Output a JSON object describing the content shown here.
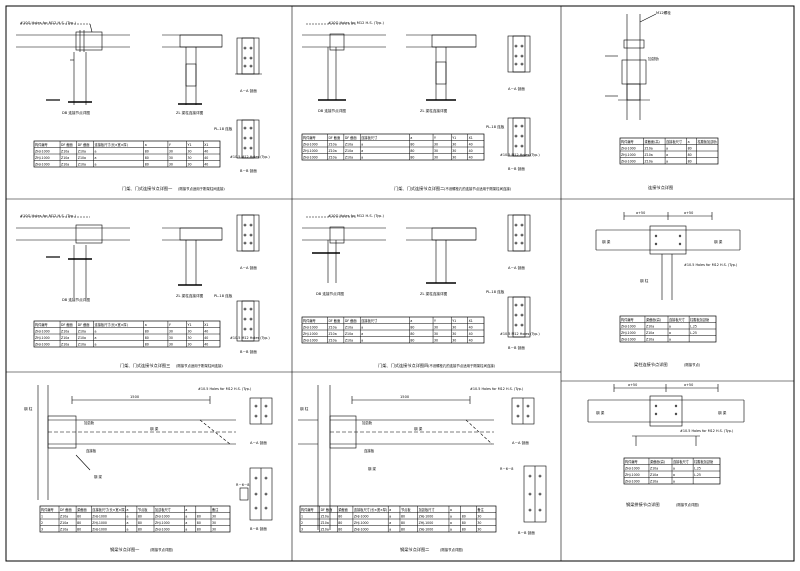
{
  "sheet": {
    "panels": [
      {
        "id": "p1",
        "note_top": "#10G Holes for M12 H.S. (Typ.)",
        "detail_label": "DB 连接节点详图",
        "side_label": "ZL 梁柱连接详图",
        "section_a": "A－A 剖面",
        "section_b": "B－B 剖面",
        "pl_label": "PL-18 连板",
        "bolt_note": "#10.5 M12 Holes (Typ.)",
        "table_headers": [
          "构件编号",
          "DF 截面",
          "DF 截面",
          "连接板尺寸(长×宽×厚)",
          "a",
          "Y",
          "Y1",
          "X1"
        ],
        "table_rows": [
          [
            "ZHJ-1000",
            "Z10a",
            "Z10a",
            "a",
            "80",
            "30",
            "30",
            "40"
          ],
          [
            "ZHJ-1000",
            "Z10a",
            "Z10a",
            "a",
            "80",
            "30",
            "30",
            "40"
          ],
          [
            "ZHJ-1000",
            "Z10a",
            "Z10a",
            "a",
            "80",
            "30",
            "30",
            "40"
          ]
        ],
        "caption": "门架、门式连接节点详图一",
        "caption_sub": "(刚接节点适用于刚架柱间连接)"
      },
      {
        "id": "p2",
        "note_top": "#10G Holes for M12 H.S. (Typ.)",
        "detail_label": "DB 连接节点详图",
        "side_label": "ZL 梁柱连接详图",
        "section_a": "A－A 剖面",
        "section_b": "B－B 剖面",
        "pl_label": "PL-18 连板",
        "bolt_note": "#10.5 M12 Holes (Typ.)",
        "table_headers": [
          "构件编号",
          "DF 截面",
          "DF 截面",
          "连接板尺寸",
          "a",
          "Y",
          "Y1",
          "X1"
        ],
        "table_rows": [
          [
            "ZHJ-1000",
            "Z10a",
            "Z10a",
            "a",
            "80",
            "30",
            "30",
            "40"
          ],
          [
            "ZHJ-1000",
            "Z10a",
            "Z10a",
            "a",
            "80",
            "30",
            "30",
            "40"
          ],
          [
            "ZHJ-1000",
            "Z10a",
            "Z10a",
            "a",
            "80",
            "30",
            "30",
            "40"
          ]
        ],
        "caption": "门架、门式连接节点详图二",
        "caption_sub": "(不设螺栓孔的连接节点适用于刚架柱间连接)"
      },
      {
        "id": "p3",
        "note_top": "M12螺栓",
        "pl_label": "加劲肋",
        "table_headers": [
          "构件编号",
          "梁截面(高)",
          "连接板尺寸",
          "a",
          "柱腹板加劲肋"
        ],
        "table_rows": [
          [
            "ZHJ-1000",
            "Z10a",
            "a",
            "80",
            ""
          ],
          [
            "ZHJ-1000",
            "Z10a",
            "a",
            "80",
            ""
          ],
          [
            "ZHJ-1000",
            "Z10a",
            "a",
            "80",
            ""
          ]
        ],
        "caption": "连接节点详图"
      },
      {
        "id": "p4",
        "note_top": "#10G Holes for M12 H.S. (Typ.)",
        "detail_label": "DB 连接节点详图",
        "side_label": "ZL 梁柱连接详图",
        "section_a": "A－A 剖面",
        "section_b": "B－B 剖面",
        "pl_label": "PL-18 连板",
        "bolt_note": "#10.5 M12 Holes (Typ.)",
        "table_headers": [
          "构件编号",
          "DF 截面",
          "DF 截面",
          "连接板尺寸(长×宽×厚)",
          "a",
          "Y",
          "Y1",
          "X1"
        ],
        "table_rows": [
          [
            "ZHJ-1000",
            "Z10a",
            "Z10a",
            "a",
            "80",
            "30",
            "30",
            "40"
          ],
          [
            "ZHJ-1000",
            "Z10a",
            "Z10a",
            "a",
            "80",
            "30",
            "30",
            "40"
          ],
          [
            "ZHJ-1000",
            "Z10a",
            "Z10a",
            "a",
            "80",
            "30",
            "30",
            "40"
          ]
        ],
        "caption": "门架、门式连接节点详图三",
        "caption_sub": "(刚接节点适用于刚架柱间连接)"
      },
      {
        "id": "p5",
        "note_top": "#10G Holes for M12 H.S. (Typ.)",
        "detail_label": "DB 连接节点详图",
        "side_label": "ZL 梁柱连接详图",
        "section_a": "A－A 剖面",
        "section_b": "B－B 剖面",
        "pl_label": "PL-18 连板",
        "bolt_note": "#10.5 M12 Holes (Typ.)",
        "table_headers": [
          "构件编号",
          "DF 截面",
          "DF 截面",
          "连接板尺寸",
          "a",
          "Y",
          "Y1",
          "X1"
        ],
        "table_rows": [
          [
            "ZHJ-1000",
            "Z10a",
            "Z10a",
            "a",
            "80",
            "30",
            "30",
            "40"
          ],
          [
            "ZHJ-1000",
            "Z10a",
            "Z10a",
            "a",
            "80",
            "30",
            "30",
            "40"
          ],
          [
            "ZHJ-1000",
            "Z10a",
            "Z10a",
            "a",
            "80",
            "30",
            "30",
            "40"
          ]
        ],
        "caption": "门架、门式连接节点详图四",
        "caption_sub": "(不设螺栓孔的连接节点适用于刚架柱间连接)"
      },
      {
        "id": "p6",
        "dim_left": "a+50",
        "dim_right": "a+50",
        "beam_label_l": "钢 梁",
        "beam_label_r": "钢 梁",
        "col_label": "钢 柱",
        "bolt_note": "#10.5 Holes for M12 H.S. (Typ.)",
        "table_headers": [
          "构件编号",
          "梁截面(高)",
          "连接板尺寸",
          "柱腹板加劲肋"
        ],
        "table_rows": [
          [
            "ZHJ-1000",
            "Z10a",
            "a",
            "L.25"
          ],
          [
            "ZHJ-1000",
            "Z10a",
            "a",
            "L.25"
          ],
          [
            "ZHJ-1000",
            "Z10a",
            "a",
            ""
          ]
        ],
        "caption": "梁柱连接节点详图",
        "caption_sub": "(刚接节点)"
      },
      {
        "id": "p7",
        "dim_top": "1500",
        "bolt_note": "#10.5 Holes for M12 H.S. (Typ.)",
        "beam_label": "钢 梁",
        "col_label": "钢 柱",
        "label_1": "加劲肋",
        "label_2": "连接板",
        "label_3": "钢 梁",
        "section_a": "A－A 剖面",
        "section_b": "B－B 剖面",
        "pl_label": "R－6－8",
        "table_headers": [
          "构件编号",
          "DF 截面",
          "梁截面",
          "连接板尺寸(长×宽×厚)",
          "a",
          "节点板",
          "加劲板尺寸",
          "a",
          "",
          "备注"
        ],
        "table_rows": [
          [
            "1",
            "Z10a",
            "80",
            "ZHJ-1000",
            "a",
            "80",
            "ZHJ-1000",
            "a",
            "80",
            "30"
          ],
          [
            "2",
            "Z10a",
            "80",
            "ZHJ-1000",
            "a",
            "80",
            "ZHJ-1000",
            "a",
            "80",
            "30"
          ],
          [
            "3",
            "Z10a",
            "80",
            "ZHJ-1000",
            "a",
            "80",
            "ZHJ-1000",
            "a",
            "80",
            "30"
          ]
        ],
        "caption": "钢梁节点详图一",
        "caption_sub": "(刚接节点详图)"
      },
      {
        "id": "p8",
        "dim_top": "1500",
        "bolt_note": "#10.5 Holes for M12 H.S. (Typ.)",
        "beam_label": "钢 梁",
        "col_label": "钢 柱",
        "label_1": "加劲肋",
        "label_2": "连接板",
        "label_3": "钢 梁",
        "section_a": "A－A 剖面",
        "section_b": "B－B 剖面",
        "pl_label": "R－6－8",
        "table_headers": [
          "构件编号",
          "DF 截面",
          "梁截面",
          "连接板尺寸(长×宽×厚)",
          "a",
          "节点板",
          "加劲板尺寸",
          "a",
          "",
          "备注"
        ],
        "table_rows": [
          [
            "1",
            "Z10a",
            "80",
            "ZHJ-1000",
            "a",
            "80",
            "ZHJ-1000",
            "a",
            "80",
            "30"
          ],
          [
            "2",
            "Z10a",
            "80",
            "ZHJ-1000",
            "a",
            "80",
            "ZHJ-1000",
            "a",
            "80",
            "30"
          ],
          [
            "3",
            "Z10a",
            "80",
            "ZHJ-1000",
            "a",
            "80",
            "ZHJ-1000",
            "a",
            "80",
            "30"
          ]
        ],
        "caption": "钢梁节点详图二",
        "caption_sub": "(刚接节点详图)"
      },
      {
        "id": "p9",
        "dim_left": "a+50",
        "dim_right": "a+50",
        "beam_label_l": "钢 梁",
        "beam_label_r": "钢 梁",
        "bolt_note": "#10.5 Holes for M12 H.S. (Typ.)",
        "table_headers": [
          "构件编号",
          "梁截面(高)",
          "连接板尺寸",
          "柱腹板加劲肋"
        ],
        "table_rows": [
          [
            "ZHJ-1000",
            "Z10a",
            "a",
            "L.25"
          ],
          [
            "ZHJ-1000",
            "Z10a",
            "a",
            "L.25"
          ],
          [
            "ZHJ-1000",
            "Z10a",
            "a",
            ""
          ]
        ],
        "caption": "钢梁拼接节点详图",
        "caption_sub": "(刚接节点详图)"
      }
    ]
  }
}
